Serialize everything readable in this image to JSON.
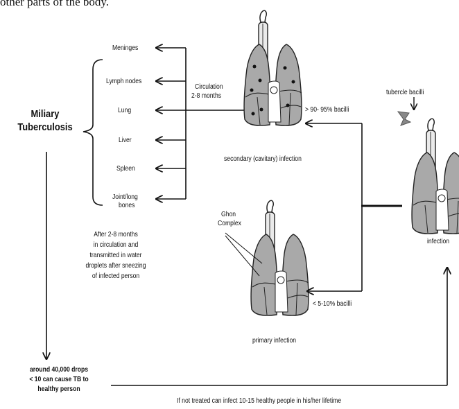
{
  "header": {
    "fragment": "other parts of the body."
  },
  "central": {
    "title_line1": "Miliary",
    "title_line2": "Tuberculosis"
  },
  "organs": [
    "Meninges",
    "Lymph nodes",
    "Lung",
    "Liver",
    "Spleen",
    "Joint/long",
    "bones"
  ],
  "circulation": {
    "line1": "Circulation",
    "line2": "2-8  months"
  },
  "secondary": {
    "label": "secondary (cavitary) infection",
    "bacilli": "> 90- 95% bacilli"
  },
  "primary": {
    "label": "primary infection",
    "bacilli": "< 5-10% bacilli",
    "ghon1": "Ghon",
    "ghon2": "Complex"
  },
  "source": {
    "tubercle": "tubercle bacilli",
    "infection": "infection"
  },
  "transmission": {
    "line1": "After 2-8 months",
    "line2": "in circulation and",
    "line3": "transmitted  in water",
    "line4": "droplets  after sneezing",
    "line5": "of infected person"
  },
  "drops": {
    "line1": "around 40,000 drops",
    "line2": "< 10 can cause TB to",
    "line3": "healthy person"
  },
  "footer": {
    "note": "If not treated can infect 10-15 healthy people in his/her lifetime"
  }
}
